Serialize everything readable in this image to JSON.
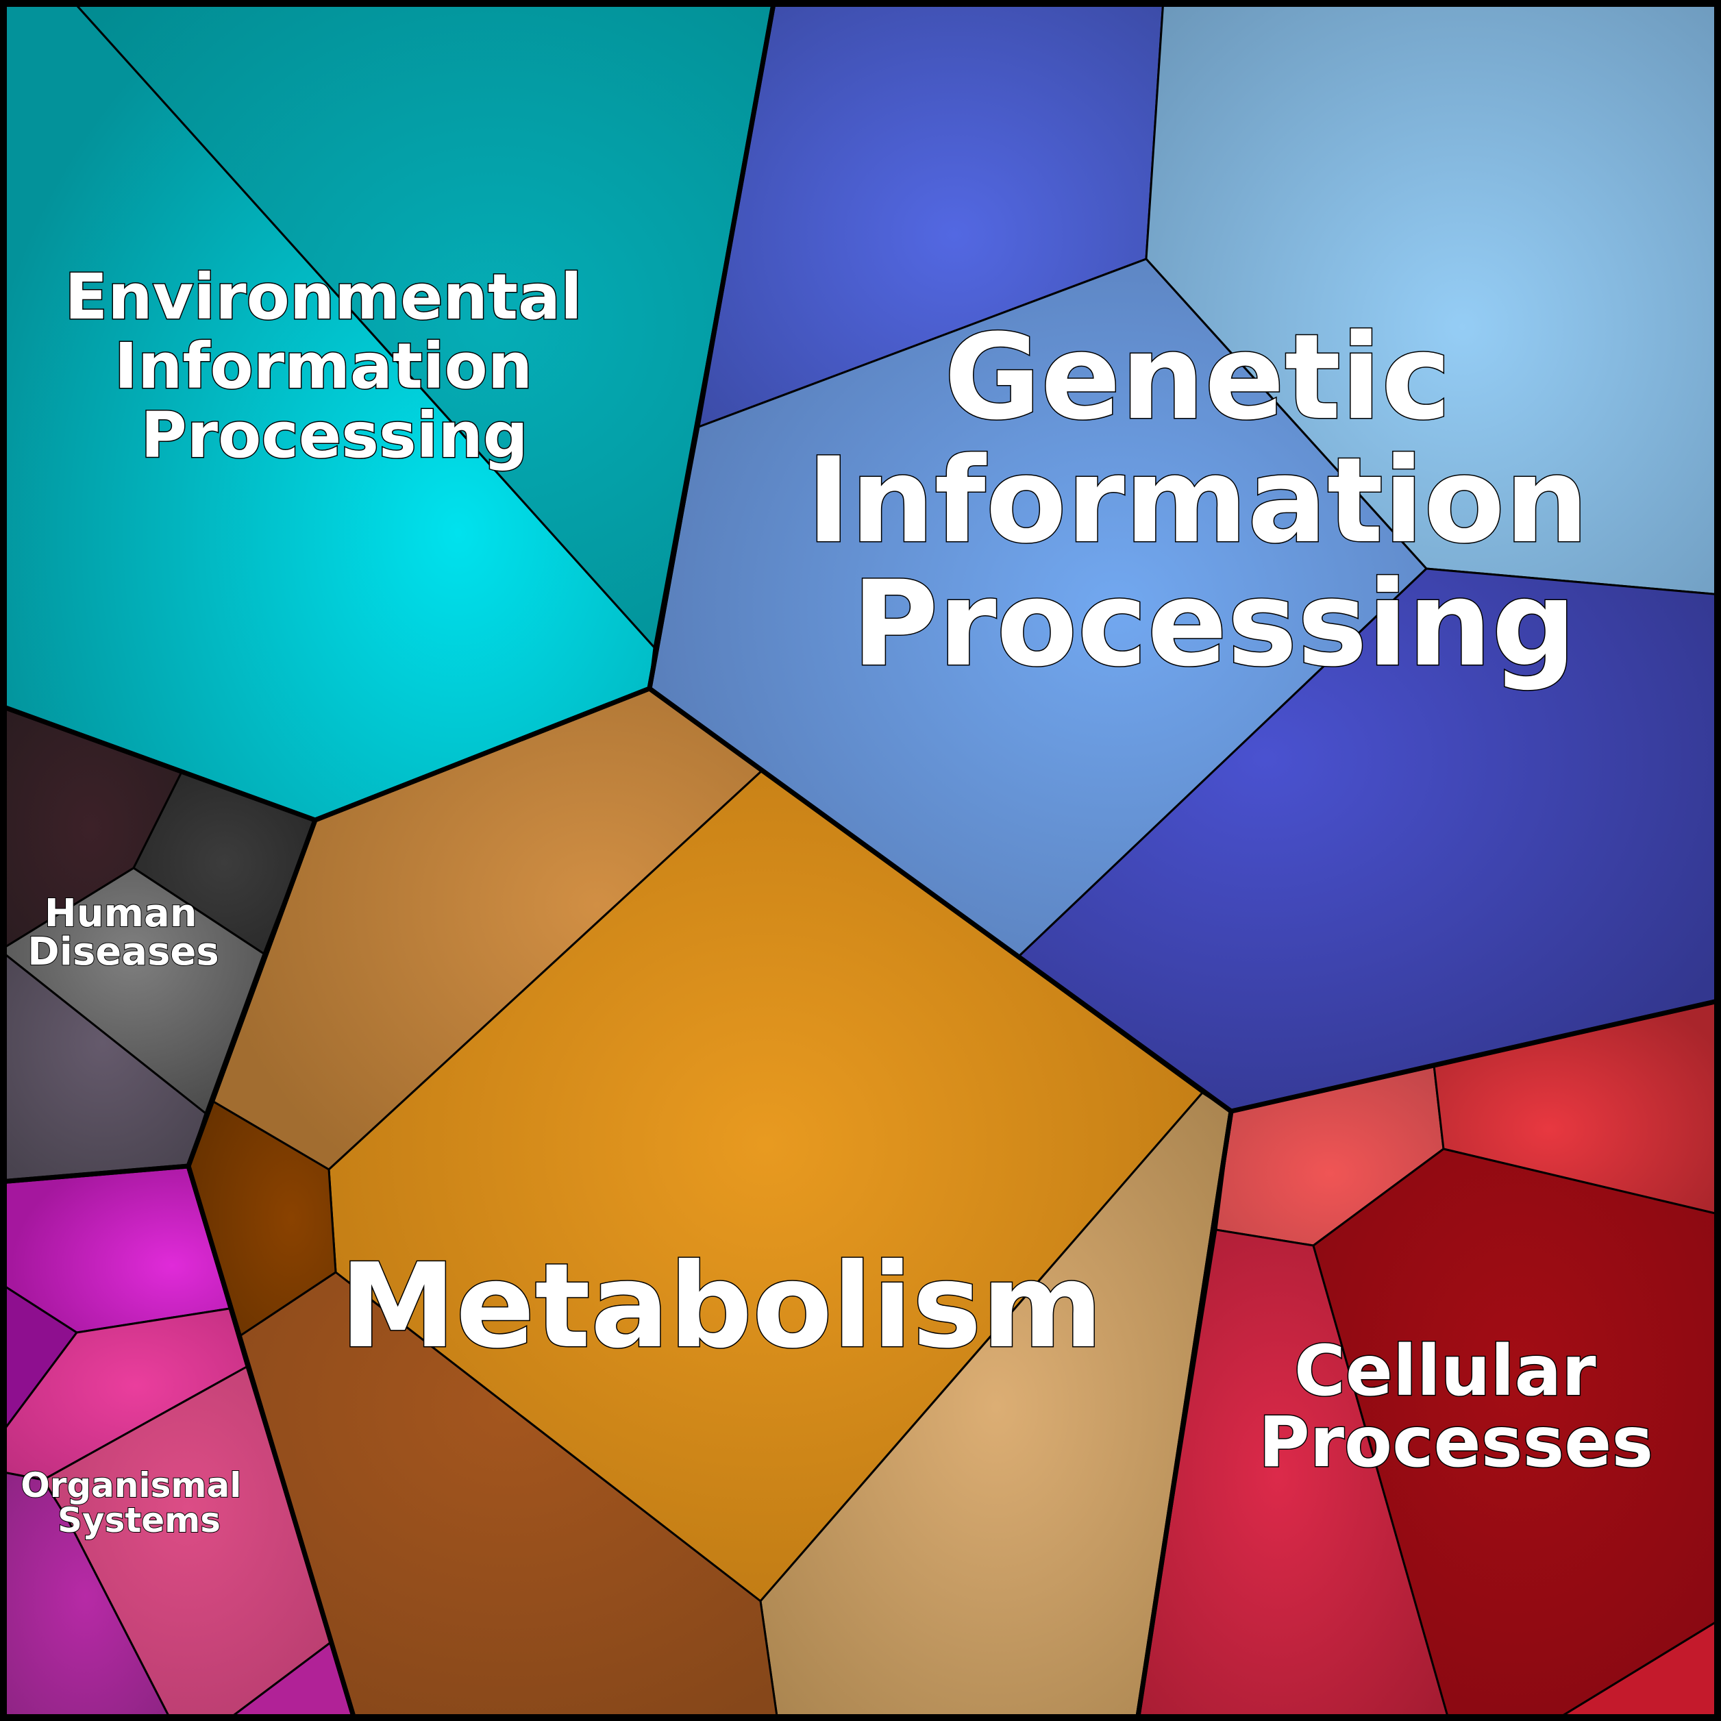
{
  "categories": {
    "environmental": {
      "label_lines": [
        "Environmental",
        "Information",
        "Processing"
      ],
      "color": "#00a9b5",
      "highlight": "#00e2ee"
    },
    "genetic": {
      "label_lines": [
        "Genetic",
        "Information",
        "Processing"
      ],
      "color": "#3f4fb8",
      "highlight": "#79b8f2"
    },
    "metabolism": {
      "label_lines": [
        "Metabolism"
      ],
      "color": "#c27c12",
      "highlight": "#e8981e"
    },
    "human_diseases": {
      "label_lines": [
        "Human",
        "Diseases"
      ],
      "color": "#3b3b3d",
      "highlight": "#7b7b7b"
    },
    "organismal_systems": {
      "label_lines": [
        "Organismal",
        "Systems"
      ],
      "color": "#a8238d",
      "highlight": "#e02bd9"
    },
    "cellular_processes": {
      "label_lines": [
        "Cellular",
        "Processes"
      ],
      "color": "#a0101b",
      "highlight": "#ef5555"
    }
  }
}
